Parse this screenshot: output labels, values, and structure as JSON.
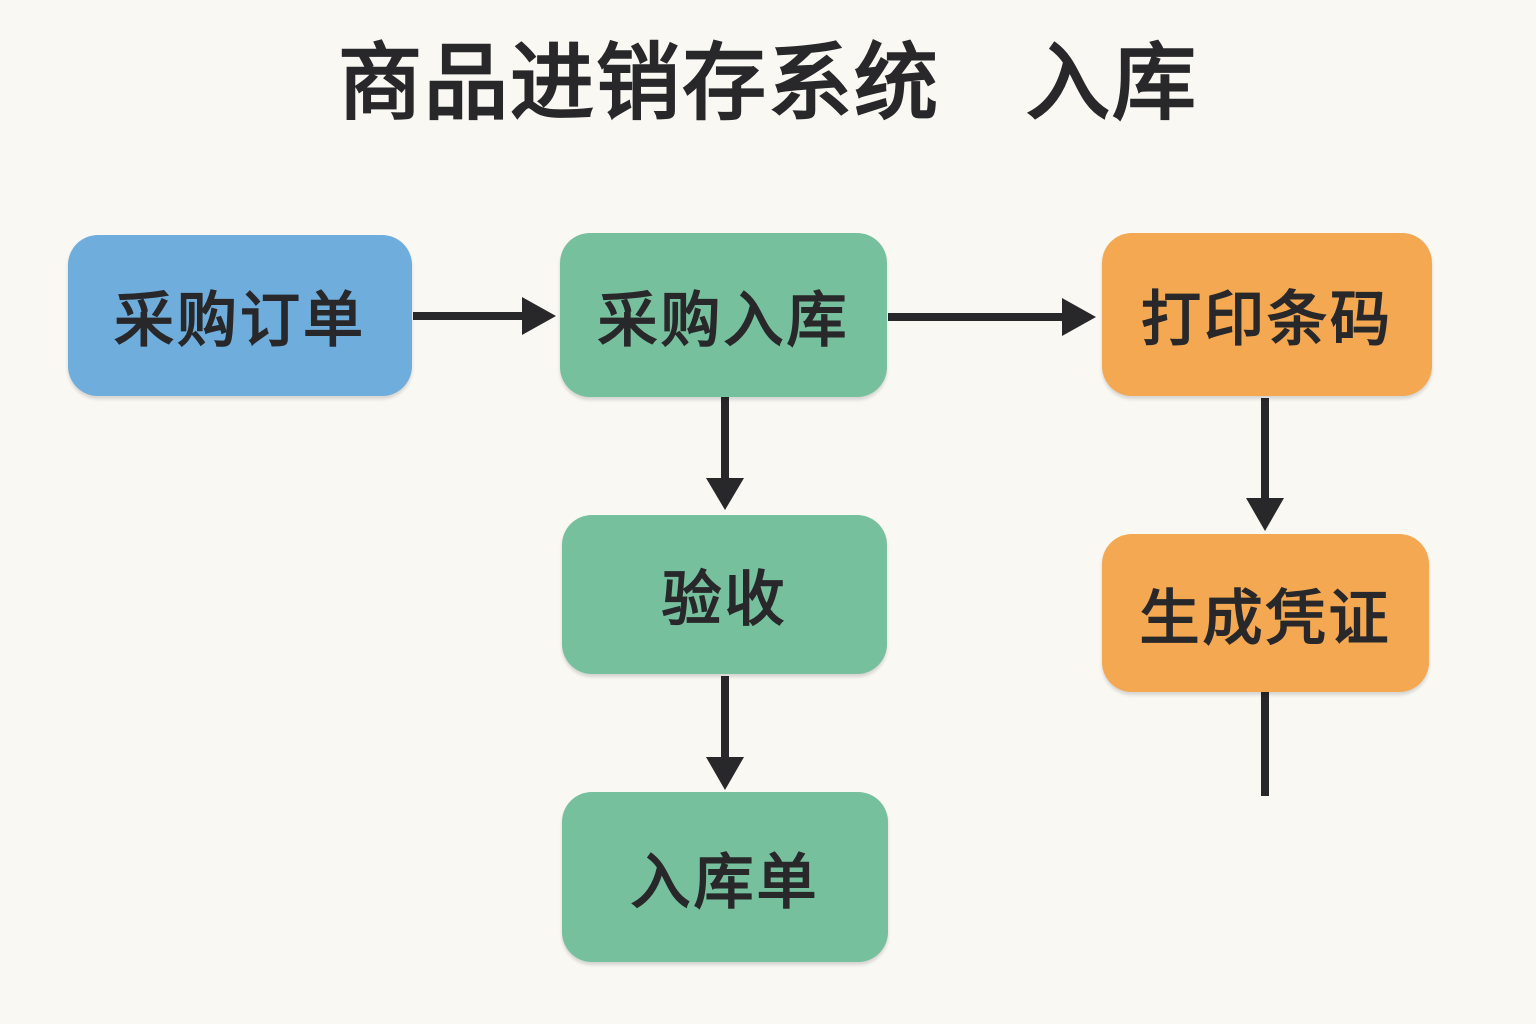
{
  "title": "商品进销存系统　入库",
  "colors": {
    "background": "#F9F8F3",
    "ink": "#28282B",
    "arrow": "#28282B",
    "blue": "#6FAEDC",
    "green": "#77C09D",
    "orange": "#F3A851"
  },
  "diagram": {
    "nodes": [
      {
        "id": "purchase-order",
        "label": "采购订单",
        "color": "blue"
      },
      {
        "id": "purchase-inbound",
        "label": "采购入库",
        "color": "green"
      },
      {
        "id": "print-barcode",
        "label": "打印条码",
        "color": "orange"
      },
      {
        "id": "inspection",
        "label": "验收",
        "color": "green"
      },
      {
        "id": "generate-voucher",
        "label": "生成凭证",
        "color": "orange"
      },
      {
        "id": "inbound-receipt",
        "label": "入库单",
        "color": "green"
      }
    ],
    "edges": [
      {
        "from": "purchase-order",
        "to": "purchase-inbound",
        "arrowhead": true
      },
      {
        "from": "purchase-inbound",
        "to": "print-barcode",
        "arrowhead": true
      },
      {
        "from": "purchase-inbound",
        "to": "inspection",
        "arrowhead": true
      },
      {
        "from": "print-barcode",
        "to": "generate-voucher",
        "arrowhead": true
      },
      {
        "from": "inspection",
        "to": "inbound-receipt",
        "arrowhead": true
      },
      {
        "from": "generate-voucher",
        "to": "",
        "arrowhead": false
      }
    ]
  }
}
